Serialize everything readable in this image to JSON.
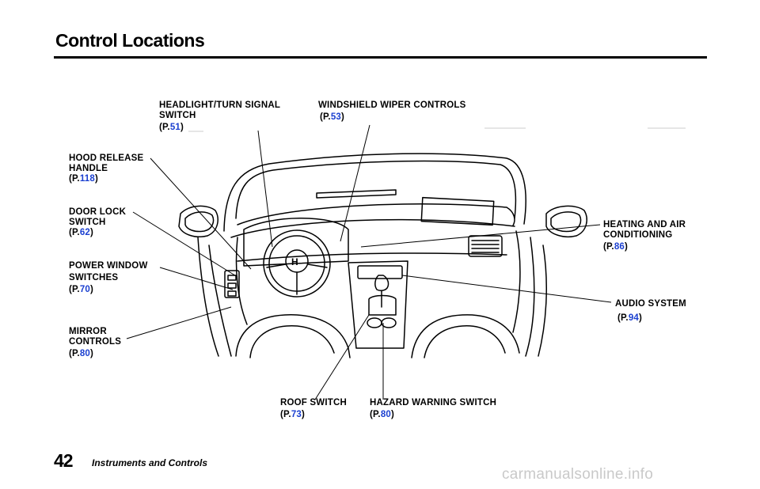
{
  "page": {
    "title": "Control Locations",
    "number": "42",
    "section": "Instruments and Controls"
  },
  "callouts": {
    "headlight": {
      "lines": [
        "HEADLIGHT/TURN SIGNAL",
        "SWITCH"
      ],
      "ref_open": "(P.",
      "ref": "51",
      "ref_close": ")"
    },
    "wiper": {
      "lines": [
        "WINDSHIELD WIPER CONTROLS"
      ],
      "ref_open": "(P.",
      "ref": "53",
      "ref_close": ")"
    },
    "hood": {
      "lines": [
        "HOOD RELEASE",
        "HANDLE"
      ],
      "ref_open": "(P.",
      "ref": "118",
      "ref_close": ")"
    },
    "door_lock": {
      "lines": [
        "DOOR LOCK",
        "SWITCH"
      ],
      "ref_open": "(P.",
      "ref": "62",
      "ref_close": ")"
    },
    "power_window": {
      "lines": [
        "POWER WINDOW",
        "SWITCHES"
      ],
      "ref_open": "(P.",
      "ref": "70",
      "ref_close": ")"
    },
    "mirror": {
      "lines": [
        "MIRROR",
        "CONTROLS"
      ],
      "ref_open": "(P.",
      "ref": "80",
      "ref_close": ")"
    },
    "heating": {
      "lines": [
        "HEATING AND AIR",
        "CONDITIONING"
      ],
      "ref_open": "(P.",
      "ref": "86",
      "ref_close": ")"
    },
    "audio": {
      "lines": [
        "AUDIO SYSTEM"
      ],
      "ref_open": "(P.",
      "ref": "94",
      "ref_close": ")"
    },
    "roof": {
      "lines": [
        "ROOF SWITCH"
      ],
      "ref_open": "(P.",
      "ref": "73",
      "ref_close": ")"
    },
    "hazard": {
      "lines": [
        "HAZARD WARNING SWITCH"
      ],
      "ref_open": "(P.",
      "ref": "80",
      "ref_close": ")"
    }
  },
  "watermark": "carmanualsonline.info",
  "colors": {
    "ink": "#000000",
    "link": "#1a3fd0",
    "watermark": "#c9c9c9"
  }
}
